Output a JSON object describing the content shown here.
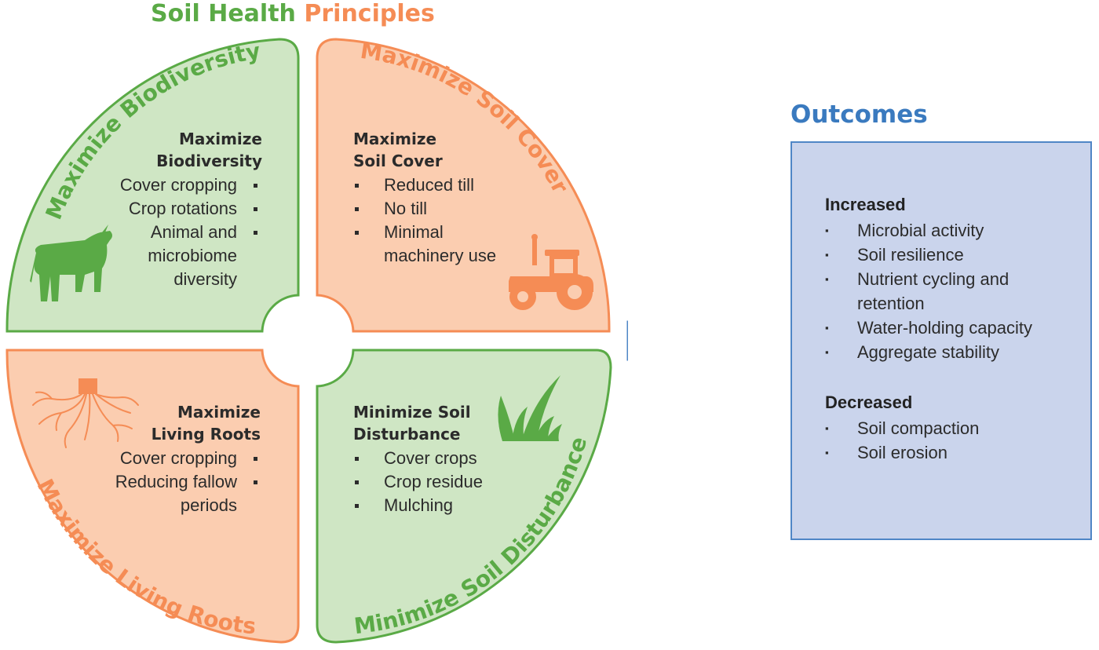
{
  "title": {
    "part1": "Soil Health",
    "part2": "Principles"
  },
  "quadrants": {
    "biodiversity": {
      "arc_label": "Maximize Biodiversity",
      "heading": [
        "Maximize",
        "Biodiversity"
      ],
      "items": [
        "Cover cropping",
        "Crop rotations",
        "Animal and",
        "microbiome",
        "diversity"
      ],
      "icon": "cow-icon"
    },
    "soil_cover": {
      "arc_label": "Maximize Soil Cover",
      "heading": [
        "Maximize",
        "Soil Cover"
      ],
      "items": [
        "Reduced till",
        "No till",
        "Minimal",
        "machinery use"
      ],
      "icon": "tractor-icon"
    },
    "living_roots": {
      "arc_label": "Maximize Living Roots",
      "heading": [
        "Maximize",
        "Living Roots"
      ],
      "items": [
        "Cover cropping",
        "Reducing fallow",
        "periods"
      ],
      "icon": "roots-icon"
    },
    "soil_disturbance": {
      "arc_label": "Minimize Soil Disturbance",
      "heading": [
        "Minimize Soil",
        "Disturbance"
      ],
      "items": [
        "Cover crops",
        "Crop residue",
        "Mulching"
      ],
      "icon": "grass-icon"
    }
  },
  "outcomes": {
    "title": "Outcomes",
    "increased_label": "Increased",
    "increased": [
      "Microbial activity",
      "Soil resilience",
      "Nutrient cycling and retention",
      "Water-holding capacity",
      "Aggregate stability"
    ],
    "decreased_label": "Decreased",
    "decreased": [
      "Soil compaction",
      "Soil erosion"
    ]
  },
  "colors": {
    "green_fill": "#cfe6c4",
    "green_stroke": "#5aaa46",
    "orange_fill": "#fbcdb0",
    "orange_stroke": "#f58c55",
    "blue_fill": "#cad4ec",
    "blue_stroke": "#4f86c6"
  }
}
